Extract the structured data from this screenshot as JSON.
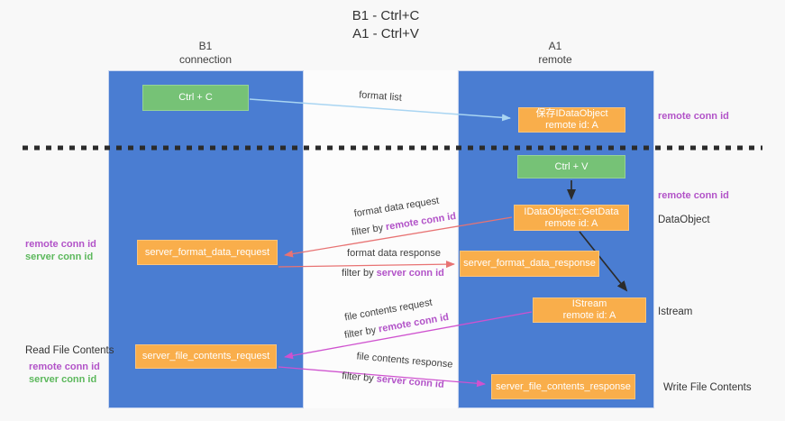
{
  "title": {
    "line1": "B1 - Ctrl+C",
    "line2": "A1 - Ctrl+V"
  },
  "lanes": {
    "left": {
      "title": "B1",
      "subtitle": "connection"
    },
    "right": {
      "title": "A1",
      "subtitle": "remote"
    }
  },
  "nodes": {
    "ctrl_c": {
      "label": "Ctrl + C"
    },
    "save_dataobject": {
      "line1": "保存IDataObject",
      "line2": "remote id: A"
    },
    "ctrl_v": {
      "label": "Ctrl + V"
    },
    "getdata": {
      "line1": "IDataObject::GetData",
      "line2": "remote id: A"
    },
    "istream": {
      "line1": "IStream",
      "line2": "remote id: A"
    },
    "server_format_data_request": {
      "label": "server_format_data_request"
    },
    "server_format_data_response": {
      "label": "server_format_data_response"
    },
    "server_file_contents_request": {
      "label": "server_file_contents_request"
    },
    "server_file_contents_response": {
      "label": "server_file_contents_response"
    }
  },
  "edge_labels": {
    "format_list": "format list",
    "format_data_request": "format data request",
    "format_data_response": "format data response",
    "file_contents_request": "file contents request",
    "file_contents_response": "file contents response",
    "filter_by": "filter by",
    "remote_conn_id": "remote conn id",
    "server_conn_id": "server conn id"
  },
  "side_labels": {
    "remote_conn_id": "remote conn id",
    "server_conn_id": "server conn id",
    "dataobject": "DataObject",
    "istream": "Istream",
    "read_file_contents": "Read File Contents",
    "write_file_contents": "Write File Contents"
  },
  "colors": {
    "lane_blue": "#4a7dd2",
    "box_orange": "#f9ae4b",
    "box_green": "#76c276",
    "arrow_lightblue": "#a9d5f2",
    "arrow_red": "#e87373",
    "arrow_magenta": "#cf52cf",
    "arrow_black": "#2b2b2b",
    "label_purple": "#b253c8",
    "label_green": "#5cb85c"
  }
}
